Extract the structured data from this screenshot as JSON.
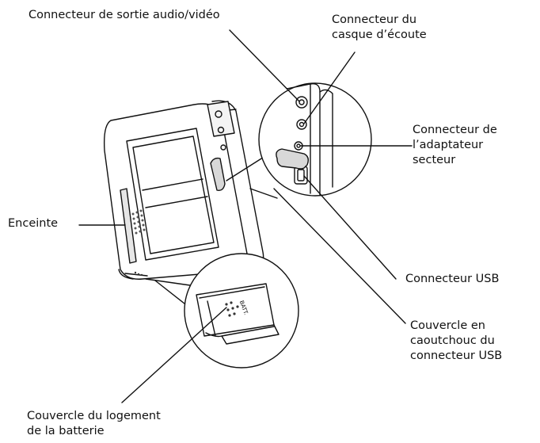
{
  "labels": {
    "av_out": "Connecteur de sortie audio/vidéo",
    "headphone": "Connecteur du\ncasque d’écoute",
    "ac_adapter": "Connecteur de\nl’adaptateur\nsecteur",
    "speaker": "Enceinte",
    "usb": "Connecteur USB",
    "usb_cover": "Couvercle en\ncaoutchouc du\nconnecteur USB",
    "battery_cover": "Couvercle du logement\nde la batterie"
  },
  "battery_marking": "BATT.",
  "colors": {
    "ink": "#111111",
    "device_fill": "#ffffff",
    "shade": "#d9d9d9",
    "dark_shade": "#8a8a8a"
  }
}
